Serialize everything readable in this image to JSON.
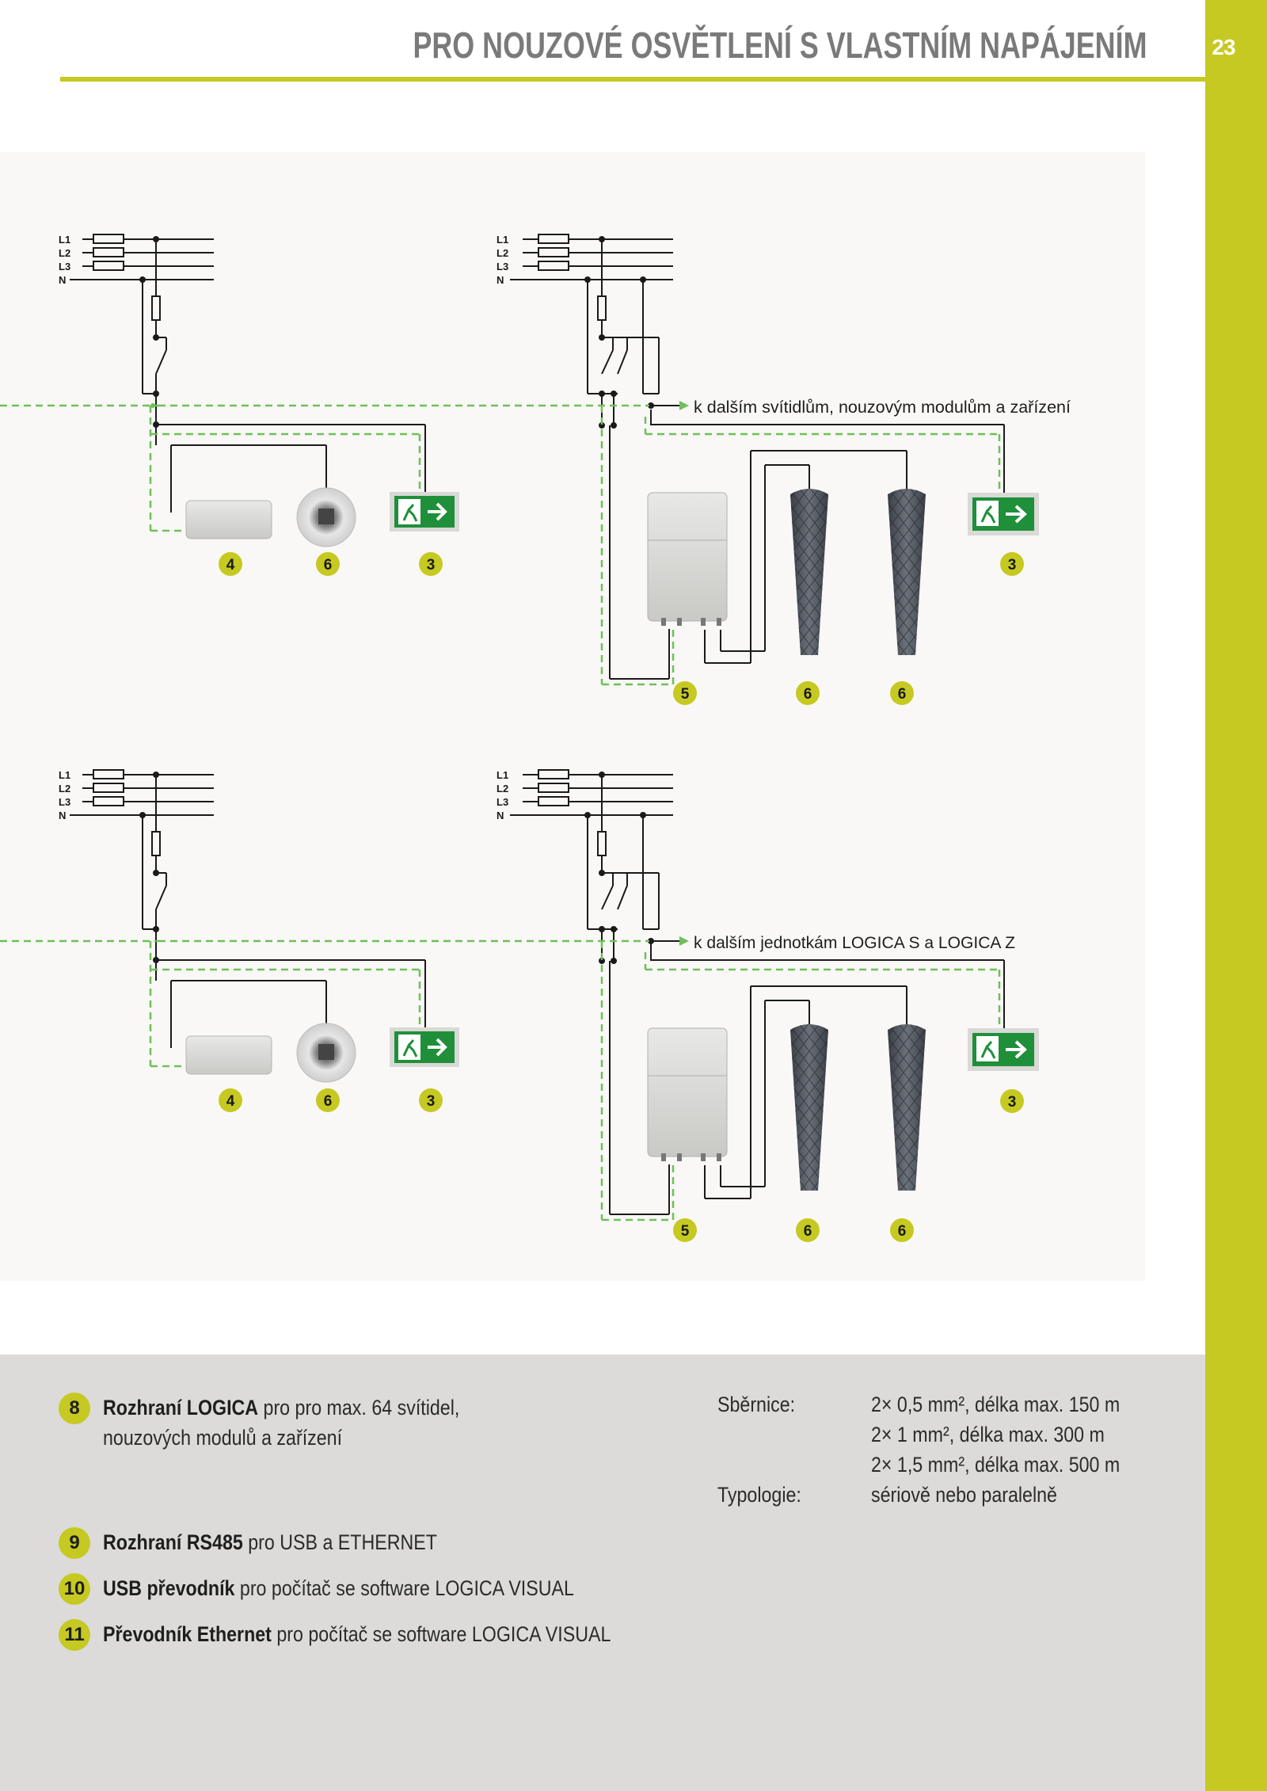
{
  "header": {
    "title": "PRO NOUZOVÉ OSVĚTLENÍ S VLASTNÍM NAPÁJENÍM",
    "page_number": "23"
  },
  "diagrams": {
    "phase_labels": [
      "L1",
      "L2",
      "L3",
      "N"
    ],
    "annotation_top": "k dalším svítidlům, nouzovým modulům a zařízení",
    "annotation_bottom": "k dalším jednotkám LOGICA S a LOGICA Z",
    "top_left_badges": [
      "4",
      "6",
      "3"
    ],
    "top_right_badges": [
      "3",
      "5",
      "6",
      "6"
    ],
    "bottom_left_badges": [
      "4",
      "6",
      "3"
    ],
    "bottom_right_badges": [
      "3",
      "5",
      "6",
      "6"
    ]
  },
  "legend": {
    "items": [
      {
        "num": "8",
        "title": "Rozhraní LOGICA",
        "text": " pro pro max. 64 svítidel,",
        "text2": "nouzových modulů a zařízení"
      },
      {
        "num": "9",
        "title": "Rozhraní RS485",
        "text": " pro USB a ETHERNET"
      },
      {
        "num": "10",
        "title": "USB převodník",
        "text": " pro počítač se software LOGICA VISUAL"
      },
      {
        "num": "11",
        "title": "Převodník Ethernet",
        "text": " pro počítač se software LOGICA VISUAL"
      }
    ],
    "specs": {
      "bus_label": "Sběrnice:",
      "bus_values": [
        "2× 0,5 mm², délka max. 150 m",
        "2× 1 mm², délka max. 300 m",
        "2× 1,5 mm², délka max. 500 m"
      ],
      "topology_label": "Typologie:",
      "topology_value": "sériově nebo paralelně"
    }
  },
  "colors": {
    "accent": "#c6c921",
    "exit_sign": "#1f8f3a",
    "bus_line": "#6fbf5a"
  }
}
